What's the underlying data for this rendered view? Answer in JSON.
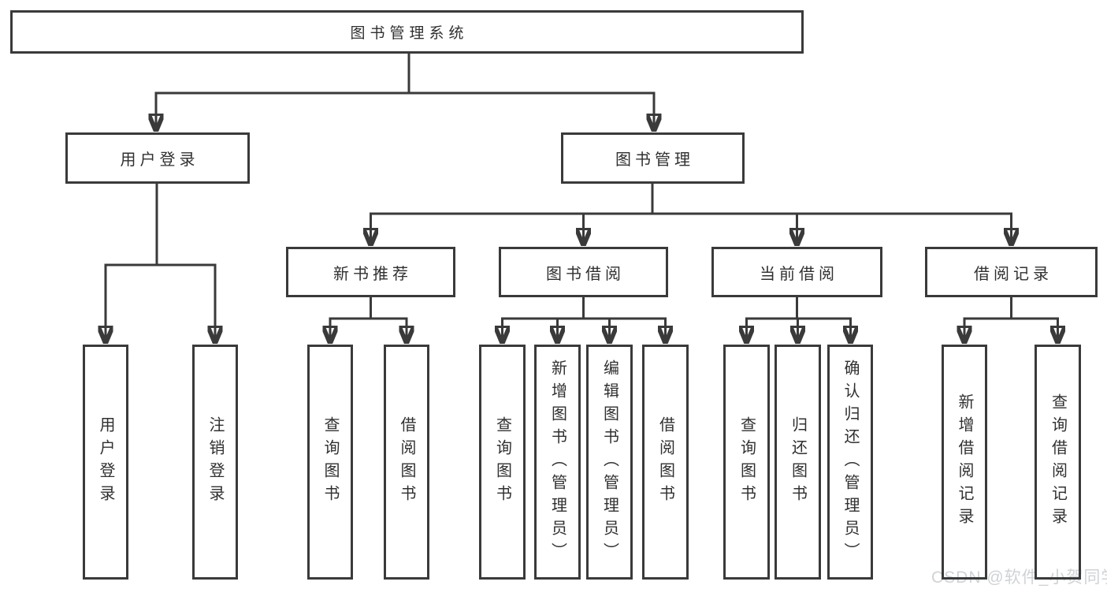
{
  "diagram": {
    "title": "图书管理系统",
    "level2": [
      {
        "label": "用户登录",
        "children": [
          "用户登录",
          "注销登录"
        ]
      },
      {
        "label": "图书管理"
      }
    ],
    "level3": [
      {
        "label": "新书推荐",
        "children": [
          "查询图书",
          "借阅图书"
        ]
      },
      {
        "label": "图书借阅",
        "children": [
          "查询图书",
          "新增图书（管理员）",
          "编辑图书（管理员）",
          "借阅图书"
        ]
      },
      {
        "label": "当前借阅",
        "children": [
          "查询图书",
          "归还图书",
          "确认归还（管理员）"
        ]
      },
      {
        "label": "借阅记录",
        "children": [
          "新增借阅记录",
          "查询借阅记录"
        ]
      }
    ]
  },
  "watermark": "CSDN @软件_小贺同学",
  "colors": {
    "line": "#3a3a3a",
    "text": "#303030",
    "watermark": "#cfd3d6",
    "background": "#ffffff"
  }
}
